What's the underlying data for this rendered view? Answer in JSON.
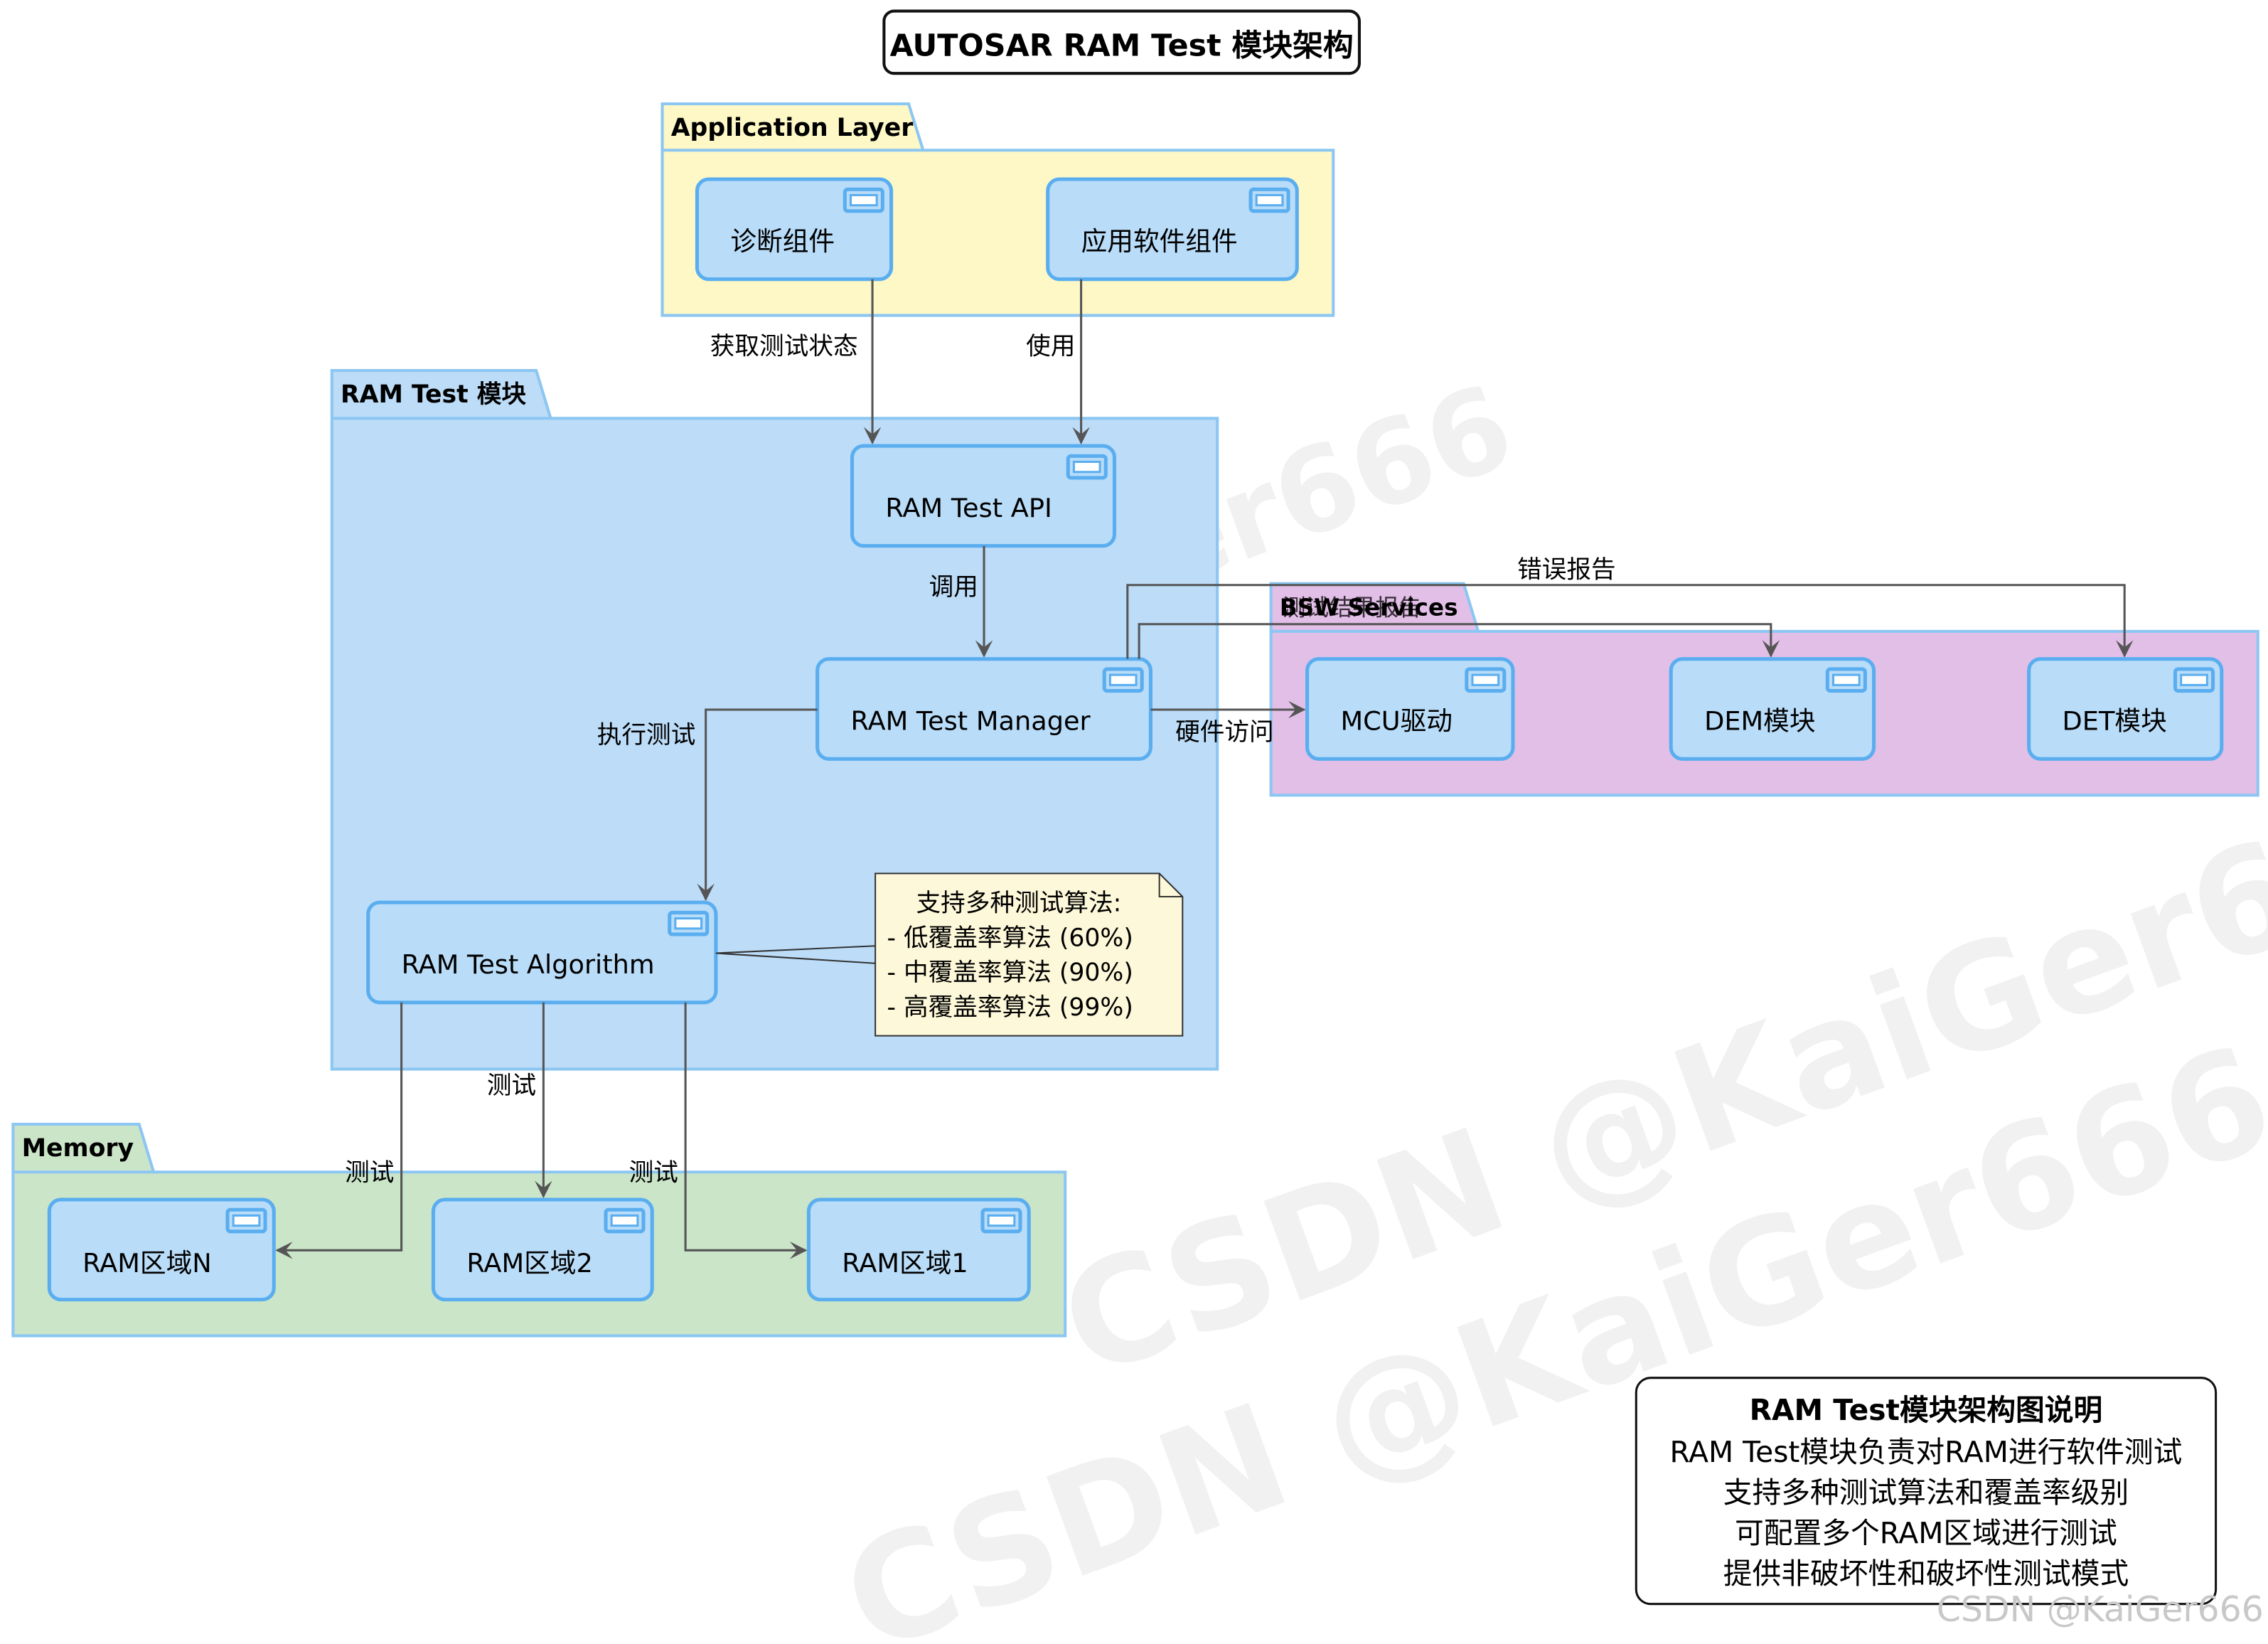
{
  "title": "AUTOSAR RAM Test 模块架构",
  "packages": {
    "application_layer": "Application Layer",
    "ram_test_module": "RAM Test 模块",
    "bsw_services": "BSW Services",
    "bsw_overlap_text": "测试结果报告",
    "memory": "Memory"
  },
  "components": {
    "diag": "诊断组件",
    "app_swc": "应用软件组件",
    "api": "RAM Test API",
    "manager": "RAM Test Manager",
    "algorithm": "RAM Test Algorithm",
    "mcu": "MCU驱动",
    "dem": "DEM模块",
    "det": "DET模块",
    "region_n": "RAM区域N",
    "region_2": "RAM区域2",
    "region_1": "RAM区域1"
  },
  "edges": {
    "get_status": "获取测试状态",
    "use": "使用",
    "call": "调用",
    "error_report": "错误报告",
    "execute_test": "执行测试",
    "hw_access": "硬件访问",
    "test_n": "测试",
    "test_2": "测试",
    "test_1": "测试"
  },
  "note": {
    "heading": "支持多种测试算法:",
    "items": [
      "- 低覆盖率算法 (60%)",
      "- 中覆盖率算法 (90%)",
      "- 高覆盖率算法 (99%)"
    ]
  },
  "legend": {
    "title": "RAM Test模块架构图说明",
    "lines": [
      "RAM Test模块负责对RAM进行软件测试",
      "支持多种测试算法和覆盖率级别",
      "可配置多个RAM区域进行测试",
      "提供非破坏性和破坏性测试模式"
    ]
  },
  "watermark": "CSDN @KaiGer666",
  "colors": {
    "application_fill": "#fdf8c6",
    "ram_module_fill": "#bcdcf8",
    "bsw_fill": "#e2bfe7",
    "memory_fill": "#cbe5c8",
    "component_fill": "#b9dcf8",
    "component_border": "#5aaef0",
    "note_fill": "#fdf8d9",
    "arrow": "#555555"
  }
}
